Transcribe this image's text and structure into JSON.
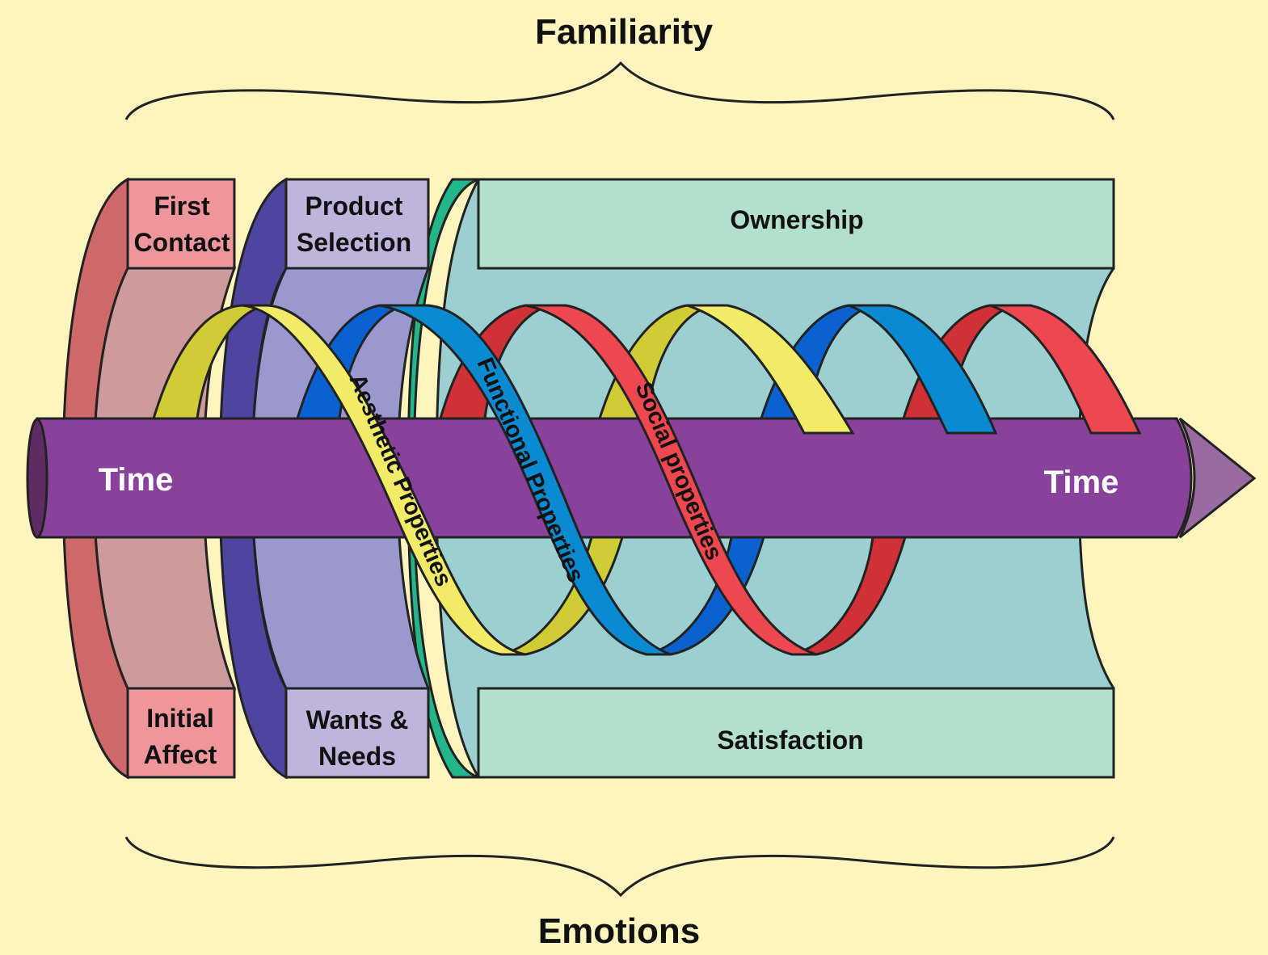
{
  "title_top": "Familiarity",
  "title_bottom": "Emotions",
  "time_axis": {
    "left_label": "Time",
    "right_label": "Time"
  },
  "stages": [
    {
      "top_label_1": "First",
      "top_label_2": "Contact",
      "bottom_label_1": "Initial",
      "bottom_label_2": "Affect"
    },
    {
      "top_label_1": "Product",
      "top_label_2": "Selection",
      "bottom_label_1": "Wants &",
      "bottom_label_2": "Needs"
    },
    {
      "top_label": "Ownership",
      "bottom_label": "Satisfaction"
    }
  ],
  "ribbons": [
    {
      "label": "Aesthetic Properties"
    },
    {
      "label": "Functional Properties"
    },
    {
      "label": "Social properties"
    }
  ],
  "colors": {
    "background": "#fdf5bd",
    "stage1": "#ef959c",
    "stage1_side": "#cf6868",
    "stage2": "#bfb4dc",
    "stage2_side": "#4e45a0",
    "stage3": "#b3e0cd",
    "stage3_side": "#22b68a",
    "time_arrow": "#88429c",
    "aesthetic": "#f2eb68",
    "functional": "#0a8ad0",
    "social": "#ef474f"
  }
}
